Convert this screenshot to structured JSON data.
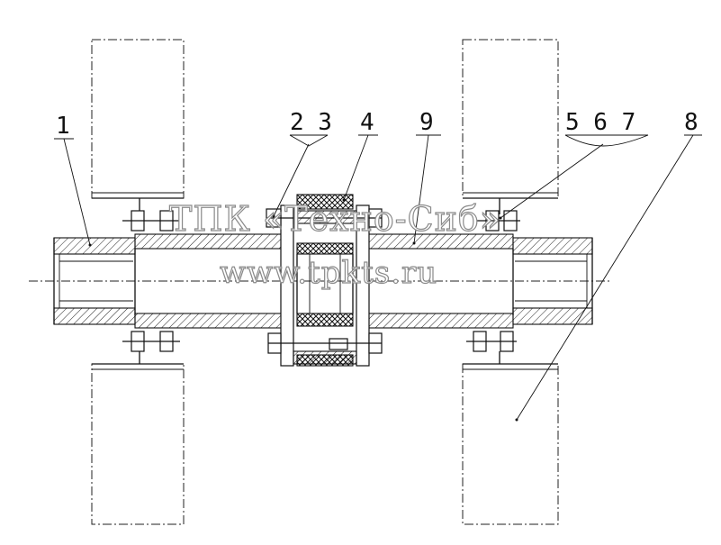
{
  "callouts": {
    "c1": "1",
    "c23": "2 3",
    "c4": "4",
    "c9": "9",
    "c567": "5 6 7",
    "c8": "8"
  },
  "watermark": {
    "line1": "ТПК «Техно-Сиб»",
    "line2": "www.tpkts.ru"
  }
}
